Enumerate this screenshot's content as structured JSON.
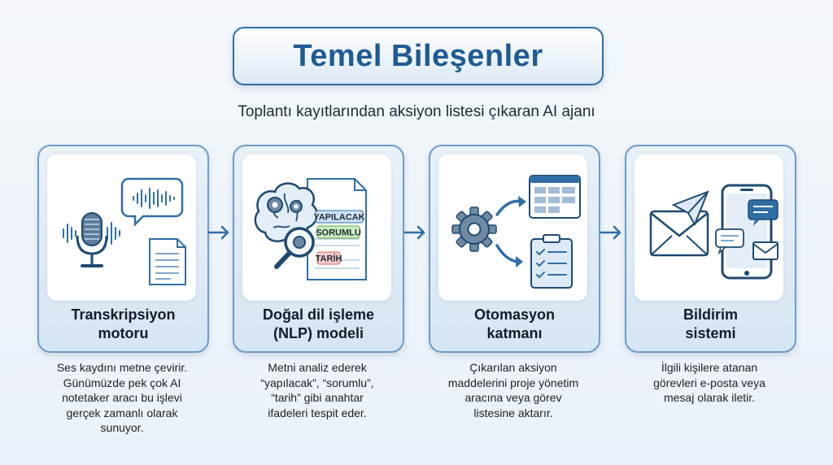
{
  "title": "Temel Bileşenler",
  "subtitle": "Toplantı kayıtlarından aksiyon listesi çıkaran AI ajanı",
  "cards": [
    {
      "title_line1": "Transkripsiyon",
      "title_line2": "motoru",
      "icon": "microphone-icon",
      "desc_lines": [
        "Ses kaydını metne çevirir.",
        "Günümüzde pek çok AI",
        "notetaker aracı bu işlevi",
        "gerçek zamanlı olarak",
        "sunuyor."
      ]
    },
    {
      "title_line1": "Doğal dil işleme",
      "title_line2": "(NLP) modeli",
      "icon": "brain-icon",
      "tags": [
        "YAPILACAK",
        "SORUMLU",
        "TARİH"
      ],
      "desc_lines": [
        "Metni analiz ederek",
        "“yapılacak”, “sorumlu”,",
        "“tarih” gibi anahtar",
        "ifadeleri tespit eder."
      ]
    },
    {
      "title_line1": "Otomasyon",
      "title_line2": "katmanı",
      "icon": "gear-icon",
      "desc_lines": [
        "Çıkarılan aksiyon",
        "maddelerini proje yönetim",
        "aracına veya görev",
        "listesine aktarır."
      ]
    },
    {
      "title_line1": "Bildirim",
      "title_line2": "sistemi",
      "icon": "envelope-icon",
      "desc_lines": [
        "İlgili kişilere atanan",
        "görevleri e-posta veya",
        "mesaj olarak iletir."
      ]
    }
  ],
  "colors": {
    "primary": "#2f6ea5",
    "title_text": "#1e5b92",
    "tag_yapilacak": "#cfe3f7",
    "tag_sorumlu": "#cdeec0",
    "tag_tarih": "#f8cccc"
  }
}
